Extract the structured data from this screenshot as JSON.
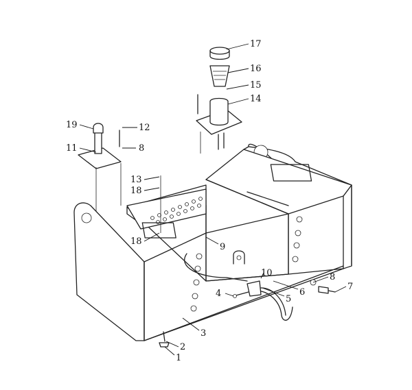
{
  "callouts": [
    {
      "id": "c1",
      "label": "1"
    },
    {
      "id": "c2",
      "label": "2"
    },
    {
      "id": "c3",
      "label": "3"
    },
    {
      "id": "c4",
      "label": "4"
    },
    {
      "id": "c5",
      "label": "5"
    },
    {
      "id": "c6",
      "label": "6"
    },
    {
      "id": "c7",
      "label": "7"
    },
    {
      "id": "c8a",
      "label": "8"
    },
    {
      "id": "c8b",
      "label": "8"
    },
    {
      "id": "c9",
      "label": "9"
    },
    {
      "id": "c10",
      "label": "10"
    },
    {
      "id": "c11",
      "label": "11"
    },
    {
      "id": "c12",
      "label": "12"
    },
    {
      "id": "c13",
      "label": "13"
    },
    {
      "id": "c14",
      "label": "14"
    },
    {
      "id": "c15",
      "label": "15"
    },
    {
      "id": "c16",
      "label": "16"
    },
    {
      "id": "c17",
      "label": "17"
    },
    {
      "id": "c18a",
      "label": "18"
    },
    {
      "id": "c18b",
      "label": "18"
    },
    {
      "id": "c19",
      "label": "19"
    }
  ]
}
